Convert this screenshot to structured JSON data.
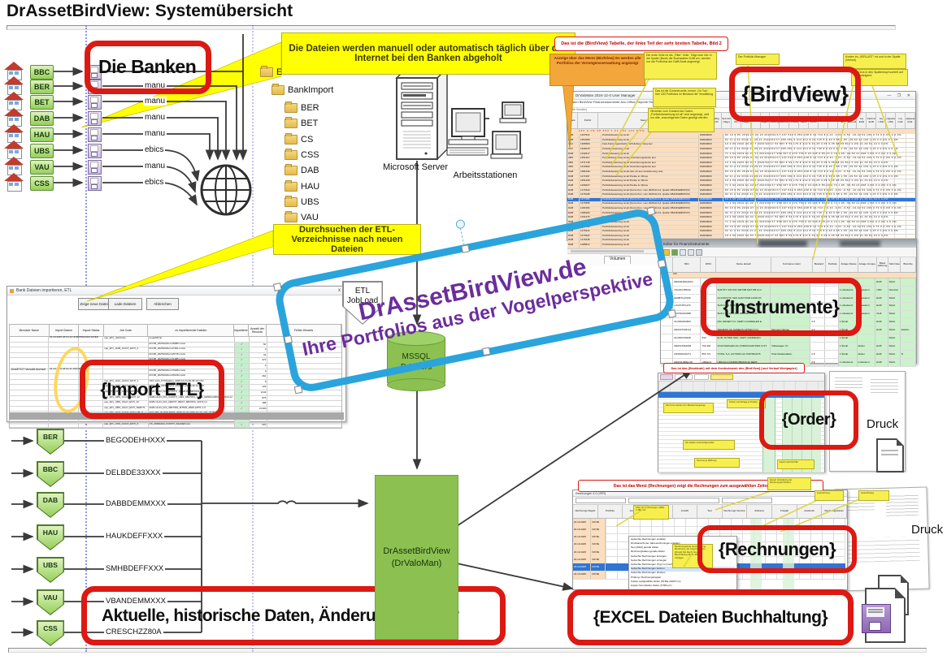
{
  "title": "DrAssetBirdView: Systemübersicht",
  "colors": {
    "accent_red": "#DC1912",
    "green": "#8CC152",
    "yellow": "#FFFF00",
    "banner_blue": "#2AA4DC",
    "purple": "#6B2D9B",
    "peach": "#FBDEC0",
    "row_blue": "#2F75D6",
    "cell_green": "#CBF2CB",
    "orange_note": "#F2A63B"
  },
  "banks": {
    "label": "Die Banken",
    "callout_fetch": "Die Dateien werden manuell oder automatisch täglich über das Internet bei den Banken abgeholt",
    "callout_scan": "Durchsuchen der ETL-Verzeichnisse nach neuen Dateien",
    "rows": [
      {
        "code": "BBC",
        "channel": "manu"
      },
      {
        "code": "BER",
        "channel": "manu"
      },
      {
        "code": "BET",
        "channel": "manu"
      },
      {
        "code": "DAB",
        "channel": "manu"
      },
      {
        "code": "HAU",
        "channel": "manu"
      },
      {
        "code": "UBS",
        "channel": "ebics"
      },
      {
        "code": "VAU",
        "channel": "manu"
      },
      {
        "code": "CSS",
        "channel": "ebics"
      }
    ]
  },
  "folders": {
    "root": "ETLData",
    "sub": "BankImport",
    "children": [
      "BER",
      "BET",
      "CS",
      "CSS",
      "DAB",
      "HAU",
      "UBS",
      "VAU"
    ]
  },
  "infra": {
    "server_label": "Microsoft Server",
    "workstations_label": "Arbeitsstationen",
    "etl_job": "ETL JobLoad",
    "db_label": "MSSQL DrValors",
    "app_label": "DrAssetBirdView (DrValoMan)"
  },
  "banner": {
    "line1": "DrAssetBirdView.de",
    "line2": "Ihre Portfolios aus der Vogelperspektive"
  },
  "import_etl": {
    "window_title": "Bank Dateien importieren, ETL",
    "close_glyph": "x",
    "buttons": [
      "Zeige neue Dateien",
      "Lade Dateien",
      "Abbrechen"
    ],
    "columns": [
      "Benutzer Name",
      "Import Datum",
      "Import Status",
      "Job Code",
      "zu importierende Dateien",
      "importieren",
      "Anzahl der Records",
      "Fehler-Hinweis"
    ],
    "user": "DrA/ETGT VerwAlt.bechsel",
    "batch1": "24.10.2025 18:13:42 UNZIPPED/ARCHIVED",
    "batch2": "24.10.2025 18:13:41 VIRGIN",
    "rows": [
      {
        "j": "usp_ETL_JobUnzip",
        "f": "neueZIP.zip",
        "n": "",
        "c": false
      },
      {
        "j": "",
        "f": "DrC05_20251024um15085.mtval",
        "n": "50",
        "c": true
      },
      {
        "j": "usp_ETL_DAB_ACCO_ESTI_2",
        "f": "DrC05_20251024um17301.mtval",
        "n": "3",
        "c": true
      },
      {
        "j": "",
        "f": "DrC05_20251024um15715.mtval",
        "n": "32",
        "c": true
      },
      {
        "j": "",
        "f": "DrC05_20251024um71085.mtval",
        "n": "373",
        "c": true
      },
      {
        "j": "",
        "f": "DrC05_20251024um72430.mtval",
        "n": "2",
        "c": true
      },
      {
        "j": "",
        "f": "DrC05_20251024um73235.mtval",
        "n": "2",
        "c": true
      },
      {
        "j": "",
        "f": "DrC05_20251024um15218.mtval",
        "n": "291",
        "c": true
      },
      {
        "j": "usp_ETL_HAU_ACCO_ESTI_1",
        "f": "UPV_DrA_KTOSalden_2025-10-24-08-45-10.CSV",
        "n": "5",
        "c": true
      },
      {
        "j": "usp_ETL_HAU_VALO_ESTI_1",
        "f": "UPV_DrA_WPBestand_2025-10-24-08-45-10.CSV",
        "n": "129",
        "c": true
      },
      {
        "j": "usp_ETL_UBS_ACCO_ESTI_12",
        "f": "2025-10-24_DrA_KONTO_AUSZUG_6807063.txt",
        "n": "1043",
        "c": true
      },
      {
        "j": "usp_ETL_UBS_ACCO_ESTI_12",
        "f": "2025-10-24_DrA_KONTO_UMS_6807063_42471_DFRKGURKGABRIGA.txt",
        "n": "876",
        "c": true
      },
      {
        "j": "usp_ETL_UBS_VALO_ESTI_12",
        "f": "2025-10-24_DrA_DEPOT_BEST_6807063_42471.txt",
        "n": "188",
        "c": true
      },
      {
        "j": "usp_ETL_UBS_VALO_ESTI_SWIFT1",
        "f": "2025-10-24_DrA_6807063_MT535_2565-12571-1.0",
        "n": "10180",
        "c": true
      },
      {
        "j": "usp_ETL_VAU_ACCO_ESTI_NB_3",
        "f": "AVQ_BP_ID-PATH0837_2025-10-23-2025-10-23_130_2025IQWR.csv",
        "n": "143",
        "c": true
      },
      {
        "j": "usp_ETL_VAU_VALO_ESTI_NB_3",
        "f": "AVQ_BP_ID-PATH0837_2025-10-23_DEPOT_BEST_131.csv",
        "n": "2573",
        "c": true
      },
      {
        "j": "usp_ETL_CSS_ACCO_ESTI_4",
        "f": "CS_20251024_KONTO_SALDEN.csv",
        "n": "207",
        "c": true
      }
    ],
    "tag": "{Import ETL}"
  },
  "birdview": {
    "note_label": "Das ist die {BirdView} Tabelle, der linke Teil der sehr breiten Tabelle, Bild 2",
    "notes": [
      {
        "text": "Anzeige über das Menü {BirdView} Es werden alle Portfolios der Vermögensverwaltung angezeigt"
      },
      {
        "text": "Die erste Zeile ist die „Filter“ Zeile. Trägt man hier in die Spalte (Bank) die Buchstaben DAB ein, werden nur die Portfolios der DAB Bank angezeigt"
      },
      {
        "text": "Das ist die Summenzeile, immer „On Top“, hier 180 Portfolios im Bestand der Verwaltung"
      },
      {
        "text": "Hinweise zum Zustand der Daten: „Portfoliobewertung ist alt“ wird angezeigt, weil nur alte, anzuzeigende Daten gezeigt werden"
      },
      {
        "text": "Der Portfolio Manager"
      },
      {
        "text": "Kosten im „VERLUST“ rot und in der Spalte (Verlust)"
      },
      {
        "text": "Ein Click in den Spaltenkopf sortiert auf + - absteigend"
      }
    ],
    "window": {
      "title": "DrValoMan 2024-12-0 User Manager",
      "controls": "—  ❐  ✕",
      "menu": "Daten   BirdView   Finanzinstrumente   Acc-Office   Reporte   Rechnungen   Sonderauf   ?   Admin",
      "filter": "(Alle Kunden)",
      "tab": "Volumen",
      "columns": [
        "Bank",
        "PortNr",
        "Name",
        "Preise des Zweitkurses dann",
        "Whg CD",
        "Seit CD (Tage)",
        "Whg CD",
        "Seit CD (Tage)",
        "Pfd",
        "Portfolio Beginn",
        "Anzahl Zahlung",
        "Portfolio Bewertung",
        "Volumen Portfolio",
        "Volumen Depot",
        "Volumen Konto",
        "alt",
        "CD",
        "Ant.Pro alt",
        "Ant.Pro aktiv-alt",
        "Liq EUR",
        "Cash-In EUR",
        "Liq USD",
        "LiqQuote USD",
        "Liq CHF",
        "LiqQuote CHF"
      ]
    },
    "summary": "180      0,1%   98.850   7,61   850.440   5,0%",
    "num_variants": [
      "83  19  6 PF  2019-07-01  23 2020/02/17  107.543 €  953.248 €  16.743 €  0,23  -0,51  -9,53  -19,02  52.199  0,73  0  0,0%  0  0,0%",
      "92  11  2 32  2019-11-29  21 2024/02/17  396.481 €  214.314 €  16.745 €  0,30  0,65  1,55  -49,53  14.109  4,15  0  0,0%  0  0,0%",
      "10  4  66  2020-03-04  7 2020/02/17  52.581 €  53.179 €  412 €  34,25  0,05  9,05  98,33  812  0,0%  21,49  81,10  0  0,0%",
      "71  2  92  2019-01-22  27 2020/02/17  958.307 €  476.756 €  33.006 €  85,43  0,73  1,95  -99,59  24.998  4,5%  0  0,0%  0  0,0%"
    ],
    "rows": [
      {
        "b": "DAB",
        "n": "1327621",
        "t": "Portfoliobewertung ist alt",
        "v": 0
      },
      {
        "b": "DAB",
        "n": "1354186",
        "t": "Portfoliobewertung ist alt",
        "v": 1
      },
      {
        "b": "VAU",
        "n": "1365683",
        "t": "Fast-Konto irgendwohl Portfoliobewertung leer",
        "v": 2
      },
      {
        "b": "VAU",
        "n": "1328143",
        "t": "Portfoliobewertung ist alt",
        "v": 1
      },
      {
        "b": "DAB",
        "n": "1332617",
        "t": "Portfoliobewertung ist alt",
        "v": 3
      },
      {
        "b": "UBS",
        "n": "1351112",
        "t": "Portfoliobewertung ist alt Versicherungskonto leer",
        "v": 0
      },
      {
        "b": "UBS",
        "n": "1371746",
        "t": "Portfoliobewertung ist alt Versicherungskonto leer",
        "v": 2
      },
      {
        "b": "UBS",
        "n": "1312992",
        "t": "Portfoliobewertung ist alt Versicherungskonto leer",
        "v": 1
      },
      {
        "b": "DAB",
        "n": "1381496",
        "t": "Portfoliobewertung ist alt Hist. dir aus Versicherung nest",
        "v": 0
      },
      {
        "b": "DAB",
        "n": "1171367",
        "t": "Portfoliobewertung ist alt Punkte im Minus",
        "v": 1
      },
      {
        "b": "DAB",
        "n": "1351296",
        "t": "Portfoliobewertung ist alt Punkte im Minus",
        "v": 2
      },
      {
        "b": "DAB",
        "n": "1266627",
        "t": "Portfoliobewertung ist alt Punkte im Minus",
        "v": 3
      },
      {
        "b": "DAB",
        "n": "1173340",
        "t": "Portfoliobewertung ist alt (Konto Kun. vom 2025-02-14, Quelle VBANDEMMXXX)",
        "v": 0
      },
      {
        "b": "DAB",
        "n": "1175298",
        "t": "Portfoliobewertung ist alt (Konto Kun. vom 2025-02-14, Quelle VBANDEMMXXX)",
        "v": 1
      },
      {
        "b": "DAB",
        "n": "1177382",
        "t": "Portfoliobewertung ist alt (Konto Kun. vom 2025-02-14, Quelle VBANDEMMXXX)",
        "v": 2
      },
      {
        "b": "DAB",
        "n": "1179358",
        "t": "Portfoliobewertung ist alt (Konto Kun. vom 2025-02-14, Quelle VBANDEMMXXX)",
        "v": 3
      },
      {
        "b": "DAB",
        "n": "1181363",
        "t": "Portfoliobewertung ist alt (Konto Kun. vom 2025-02-14, Quelle VBANDEMMXXX)",
        "v": 0
      },
      {
        "b": "DAB",
        "n": "1186290",
        "t": "Portfoliobewertung ist alt (Konto Kun. vom 2025-02-14, Quelle VBANDEMMXXX)",
        "v": 1
      },
      {
        "b": "DAB",
        "n": "1191375",
        "t": "Portfoliobewertung ist alt",
        "v": 2
      },
      {
        "b": "DAB",
        "n": "1173942",
        "t": "Portfoliobewertung ist alt",
        "v": 3
      },
      {
        "b": "DAB",
        "n": "1174758",
        "t": "Portfoliobewertung ist alt",
        "v": 0
      },
      {
        "b": "DAB",
        "n": "1176312",
        "t": "Portfoliobewertung ist alt",
        "v": 1
      },
      {
        "b": "DAB",
        "n": "1179363",
        "t": "Portfoliobewertung ist alt",
        "v": 2
      },
      {
        "b": "DAB",
        "n": "1176248",
        "t": "Portfoliobewertung ist alt",
        "v": 0
      },
      {
        "b": "DAB",
        "n": "1185812",
        "t": "Portfoliobewertung ist alt",
        "v": 1
      }
    ],
    "blue_row_index": 14,
    "tag": "{BirdView}"
  },
  "instrumente": {
    "window_title": "Editor für Finanzinstrumente",
    "columns": [
      "",
      "ISIN",
      "WKN",
      "Name aktuell",
      "Kurzname intern",
      "Bestand",
      "Portfolio",
      "Anlage Klasse",
      "Anlage Gruppe",
      "Basis währung",
      "Stck Note",
      "Branche"
    ],
    "summary": "211",
    "rows": [
      {
        "isin": "DE000HR0QDP2",
        "wkn": "",
        "name": "HVB OPEN END ZERT. UNICREDIT BA",
        "kurz": "",
        "best": "",
        "klasse": "1 Aktien",
        "grp": "",
        "whg": "EUR",
        "note": "Stück",
        "br": ""
      },
      {
        "isin": "XS2291758162",
        "wkn": "",
        "name": "SLB PTY INV IDX 2007/08 MAT DB 12.2",
        "kurz": "",
        "best": "",
        "klasse": "1 unbekannt",
        "grp": "unbekannt",
        "whg": "USD",
        "note": "Nominal",
        "br": ""
      },
      {
        "isin": "IE00B7LV4S99",
        "wkn": "41",
        "name": "ACCUM PTF SHS GAM STAR FUND PL",
        "kurz": "",
        "best": "",
        "klasse": "1 unbekannt",
        "grp": "unbekannt",
        "whg": "EUR",
        "note": "Stück",
        "br": ""
      },
      {
        "isin": "LU1074571272",
        "wkn": "",
        "name": "SHS G EQ GLB ACC GAM STAR FUND",
        "kurz": "",
        "best": "",
        "klasse": "1 unbekannt",
        "grp": "unbekannt",
        "whg": "EUR",
        "note": "Stück",
        "br": ""
      },
      {
        "isin": "LU0792224098",
        "wkn": "",
        "name": "SHS 1 CL GLB SEL ABS RET FUND",
        "kurz": "",
        "best": "",
        "klasse": "1 unbekannt",
        "grp": "unbekannt",
        "whg": "CHF",
        "note": "Stück",
        "br": ""
      },
      {
        "isin": "NL0000303600",
        "wkn": "881",
        "name": "ING GROEP N.V. CERT.V.AANDELEN E",
        "kurz": "",
        "best": "0 €",
        "klasse": "1 Strukt",
        "grp": "",
        "whg": "EUR",
        "note": "Stück",
        "br": ""
      },
      {
        "isin": "DE0007236101",
        "wkn": "723",
        "name": "SIEMENS AG NAMENS-AKTIEN O.N.",
        "kurz": "Siemens Namen",
        "best": "0 €",
        "klasse": "1 Strukt",
        "grp": "",
        "whg": "EUR",
        "note": "Stück",
        "br": "Elektro"
      },
      {
        "isin": "NL0000729408",
        "wkn": "530",
        "name": "EUR. AKTIEN NED. CERT. AANDELEN",
        "kurz": "",
        "best": "",
        "klasse": "1 Strukt",
        "grp": "",
        "whg": "",
        "note": "Stück",
        "br": ""
      },
      {
        "isin": "DE0007664005",
        "wkn": "766 400",
        "name": "VOLKSWAGEN AG VORZUGSAKTIEN O.ST.",
        "kurz": "Volkswagen Vz.",
        "best": "",
        "klasse": "1 Strukt",
        "grp": "Aktien",
        "whg": "EUR",
        "note": "Stück",
        "br": ""
      },
      {
        "isin": "FR0000120271",
        "wkn": "850 727",
        "name": "TOTAL S.A. ACTIONS AU PORTEUR B",
        "kurz": "Total Inhaberaktien",
        "best": "0 €",
        "klasse": "1 Strukt",
        "grp": "Aktien",
        "whg": "EUR",
        "note": "Stück",
        "br": "D"
      },
      {
        "isin": "DE000UB0EC48",
        "wkn": "UB0EC4",
        "name": "UBS AG (LONDON BRANCH) ZERT.",
        "kurz": "",
        "best": "0 €",
        "klasse": "1 unbekannt",
        "grp": "unbekannt",
        "whg": "EUR",
        "note": "Stück",
        "br": ""
      }
    ],
    "tag": "{Instrumente}"
  },
  "order": {
    "note_label": "Das ist das {Bestände} mit dem Kontextmenü des {BirdView} [und Verlauf Wertpapier]",
    "stickies": [
      "Die Kurse werden zum Bestand angezeigt",
      "Kosten und Erträge je Position",
      "Die Spalten sind konfigurierbar",
      "Summen je Währung",
      "Export nach EXCEL"
    ],
    "tag": "{Order}",
    "druck_label": "Druck"
  },
  "rechnungen": {
    "note_label": "Das ist das Menü  {Rechnungen} zeigt die Rechnungen zum ausgewählten Zeitraum, Bild 8",
    "window_title": "Rechnungen 4.0 (VER)",
    "controls": "—  ✕",
    "header_tokens": [
      "Rechnungs Regist",
      "Portfolio",
      "Anrechen",
      "An Zahl Port",
      "Anzahl",
      "Text",
      "Rechnungs Summe",
      "Zeitraum",
      "Freigab",
      "Ausdruck",
      "Rechnungsdatum"
    ],
    "dates": [
      "20.10.2025",
      "20.10.2025",
      "20.10.2025",
      "20.10.2025",
      "20.10.2025",
      "20.10.2025",
      "20.10.2025",
      "20.10.2025"
    ],
    "menu_items": [
      "Gebuchte Rechnungen erstellen",
      "Druckansicht der Jahresrechnungen erstellen",
      "Neu (2024) gerade Zeilen",
      "Rechnungsdaten gerade Zeilen",
      "Gebuchte Rechnungen anzeigen",
      "Gebuchte Rechnungen erzeugen",
      "Gebuchte Rechnungen (Typ) zu innerhalb zeigen",
      "Gebuchte Rechnungen buchen",
      "Gebuchte Rechnungen drucken",
      "Prüfung / Rechnungsbegleit",
      "Kopien ausgewählte Zeilen (STRG+SHIFT+C)",
      "Kopien Grundzeilen Zeilen (STRG+C)"
    ],
    "stickies": [
      "Filter für Rechnungen (VER) 1.480 rein",
      "Rechnungstexte bei Erstellung: Rechnung, der Anschriften etc. {Druck} Die Rechnung und Beschriftung Word -WORD Vorlagen",
      "Export Verwaltung als Rechnungsschreiben",
      "Ausrichtung",
      "Ausrichtung"
    ],
    "tag": "{Rechnungen}",
    "druck_label": "Druck"
  },
  "bottom": {
    "codes": [
      {
        "code": "BER",
        "bic": "BEGODEHHXXX"
      },
      {
        "code": "BBC",
        "bic": "DELBDE33XXX"
      },
      {
        "code": "DAB",
        "bic": "DABBDEMMXXX"
      },
      {
        "code": "HAU",
        "bic": "HAUKDEFFXXX"
      },
      {
        "code": "UBS",
        "bic": "SMHBDEFFXXX"
      },
      {
        "code": "VAU",
        "bic": "VBANDEMMXXX"
      },
      {
        "code": "CSS",
        "bic": "CRESCHZZ80A"
      }
    ],
    "history_label": "Aktuelle, historische Daten, Änderungshistory",
    "excel_label": "{EXCEL Dateien Buchhaltung}"
  }
}
